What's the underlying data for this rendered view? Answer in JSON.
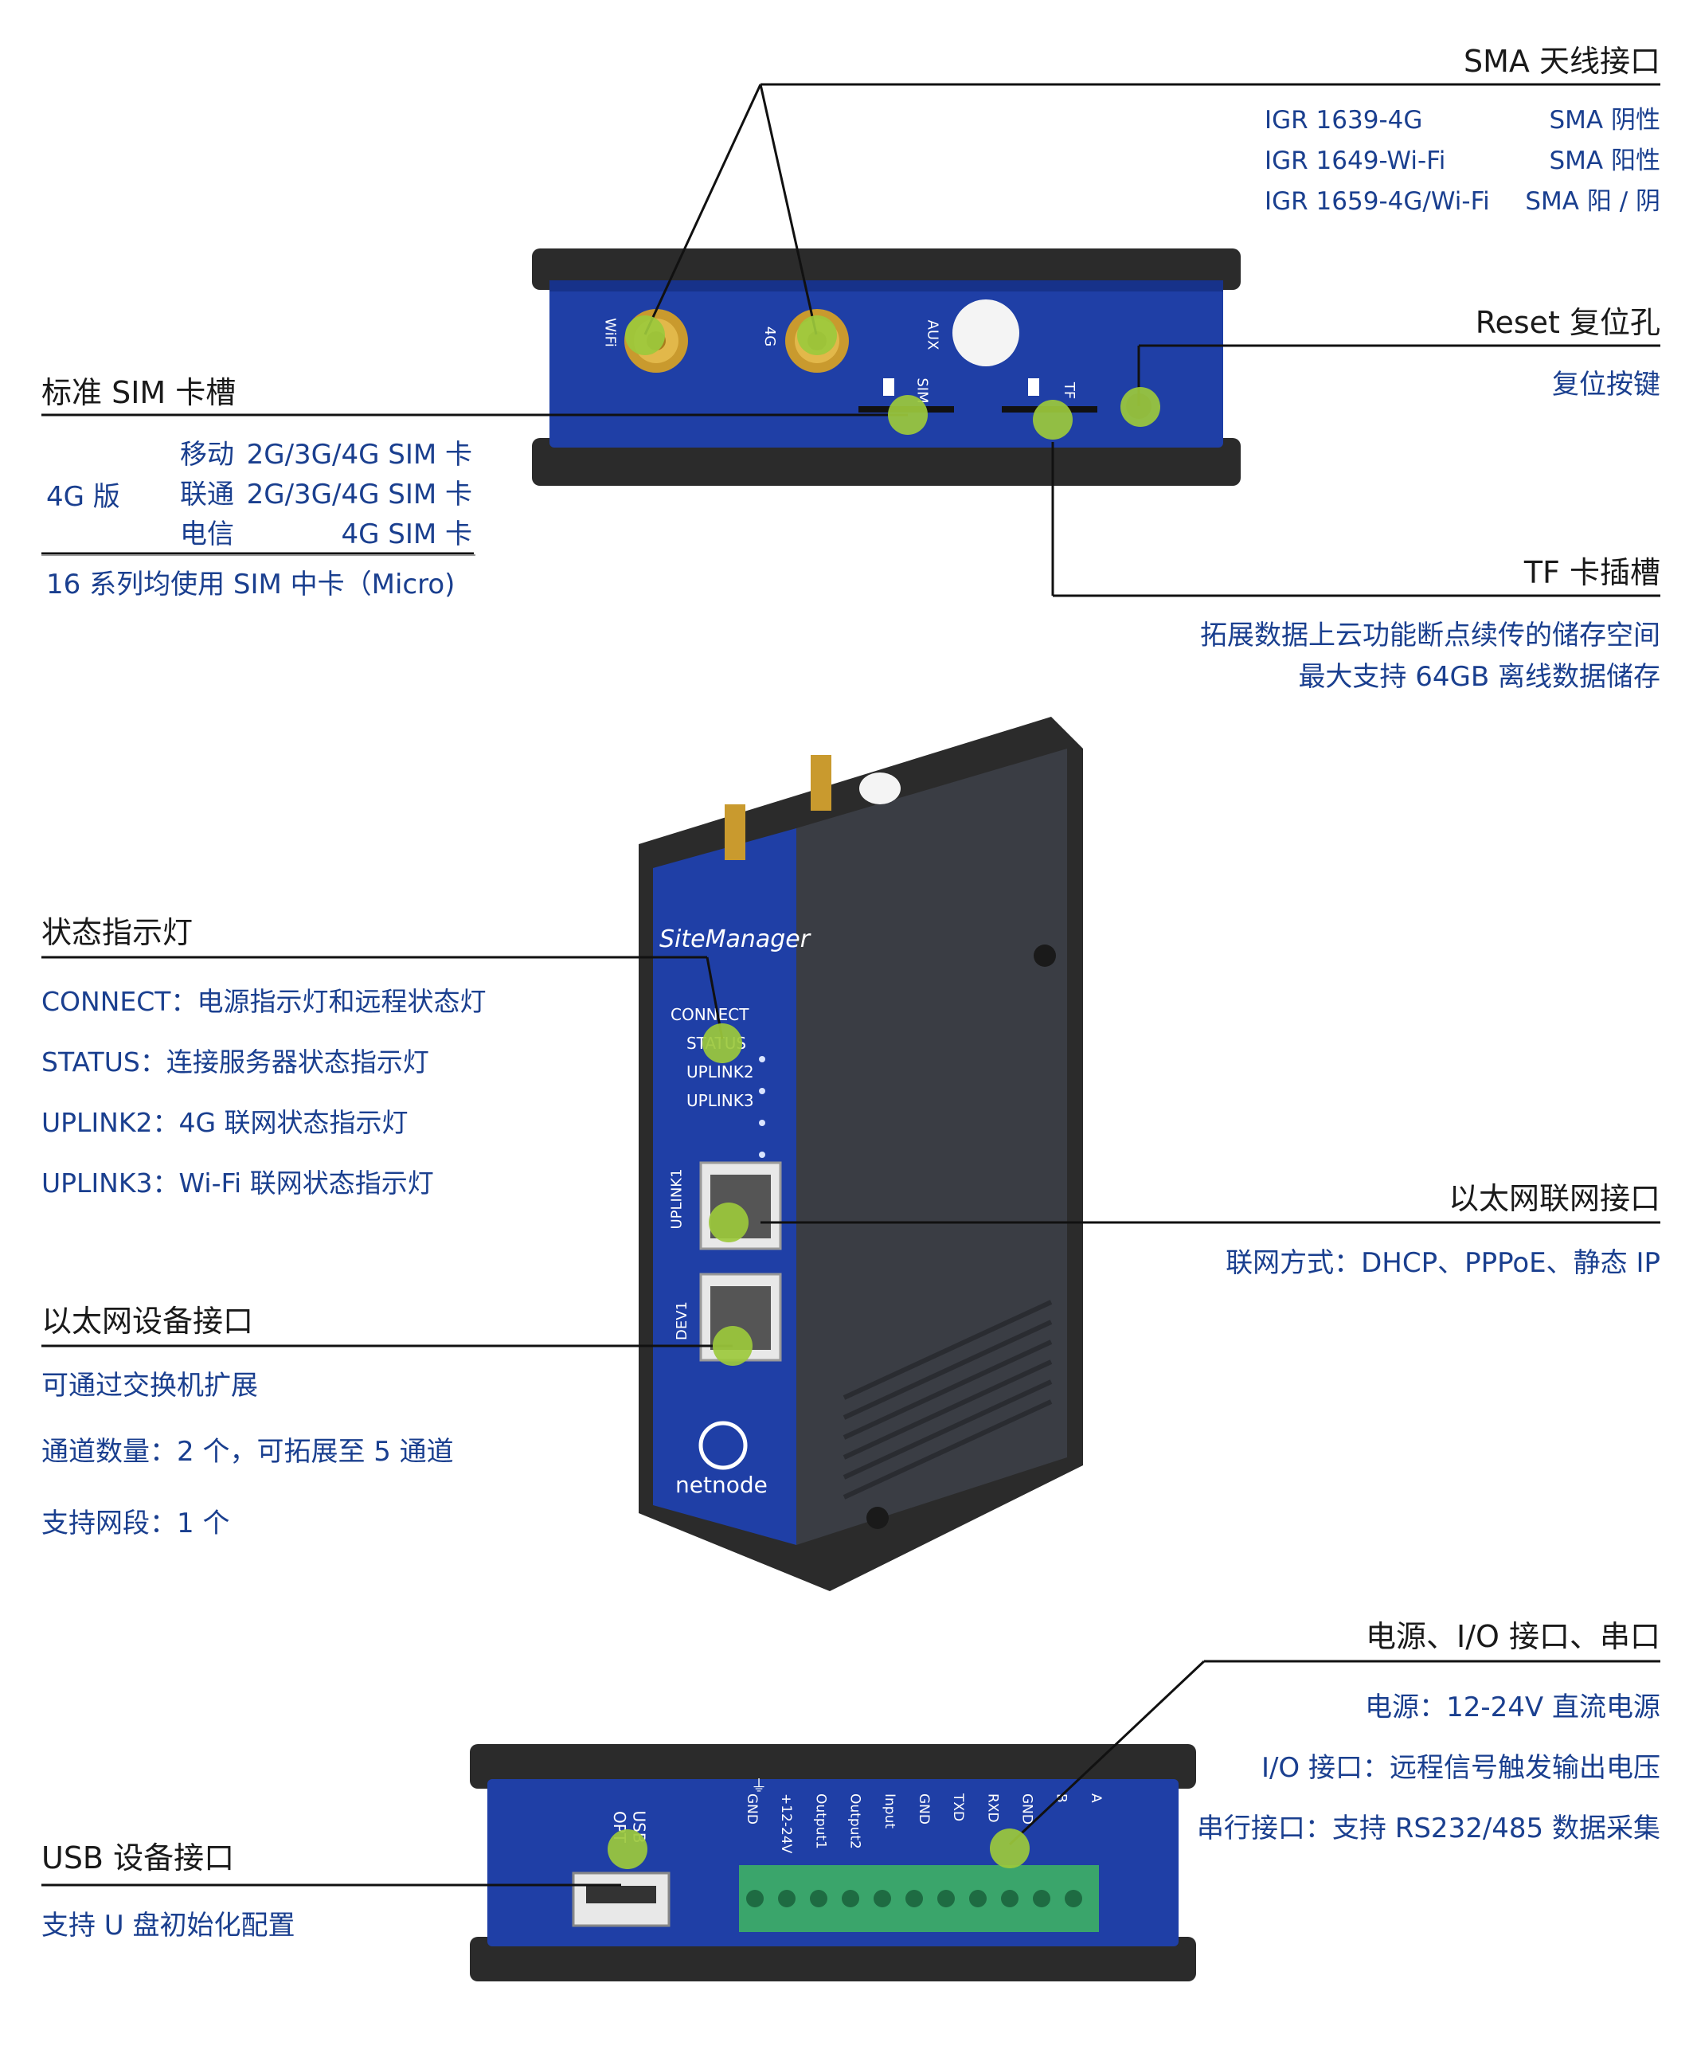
{
  "sma": {
    "title": "SMA 天线接口",
    "models": [
      {
        "model": "IGR 1639-4G",
        "type": "SMA 阴性"
      },
      {
        "model": "IGR 1649-Wi-Fi",
        "type": "SMA 阳性"
      },
      {
        "model": "IGR 1659-4G/Wi-Fi",
        "type": "SMA 阳 / 阴"
      }
    ]
  },
  "reset": {
    "title": "Reset 复位孔",
    "desc": "复位按键"
  },
  "sim": {
    "title": "标准 SIM 卡槽",
    "version": "4G 版",
    "carriers": [
      {
        "name": "移动",
        "spec": "2G/3G/4G SIM 卡"
      },
      {
        "name": "联通",
        "spec": "2G/3G/4G SIM 卡"
      },
      {
        "name": "电信",
        "spec": "4G SIM 卡"
      }
    ],
    "note": "16 系列均使用 SIM 中卡（Micro)"
  },
  "tf": {
    "title": "TF 卡插槽",
    "desc1": "拓展数据上云功能断点续传的储存空间",
    "desc2": "最大支持 64GB 离线数据储存"
  },
  "status_leds": {
    "title": "状态指示灯",
    "items": [
      "CONNECT：电源指示灯和远程状态灯",
      "STATUS：连接服务器状态指示灯",
      "UPLINK2：4G 联网状态指示灯",
      "UPLINK3：Wi-Fi 联网状态指示灯"
    ]
  },
  "eth_uplink": {
    "title": "以太网联网接口",
    "desc": "联网方式：DHCP、PPPoE、静态 IP"
  },
  "eth_device": {
    "title": "以太网设备接口",
    "items": [
      "可通过交换机扩展",
      "通道数量：2 个，可拓展至 5 通道",
      "支持网段：1 个"
    ]
  },
  "power_io": {
    "title": "电源、I/O 接口、串口",
    "items": [
      "电源：12-24V 直流电源",
      "I/O 接口：远程信号触发输出电压",
      "串行接口：支持 RS232/485 数据采集"
    ]
  },
  "usb": {
    "title": "USB 设备接口",
    "desc": "支持 U 盘初始化配置"
  },
  "device_labels": {
    "wifi": "WiFi",
    "g4": "4G",
    "aux": "AUX",
    "sim": "SIM",
    "tf": "TF",
    "brand": "SiteManager",
    "leds": [
      "CONNECT",
      "STATUS",
      "UPLINK2",
      "UPLINK3"
    ],
    "uplink1": "UPLINK1",
    "dev1": "DEV1",
    "logo": "netnode",
    "usb": "USB",
    "opt": "OPT",
    "terminals": [
      "GND",
      "+12-24V",
      "Output1",
      "Output2",
      "Input",
      "GND",
      "TXD",
      "RXD",
      "GND",
      "B",
      "A"
    ],
    "ground_symbol": "⏚"
  },
  "colors": {
    "device_blue": "#1f3fa6",
    "bumper": "#2b2b2b",
    "text_blue": "#1a3f8f",
    "marker": "#9cc93c",
    "terminal_green": "#3aa56b"
  }
}
